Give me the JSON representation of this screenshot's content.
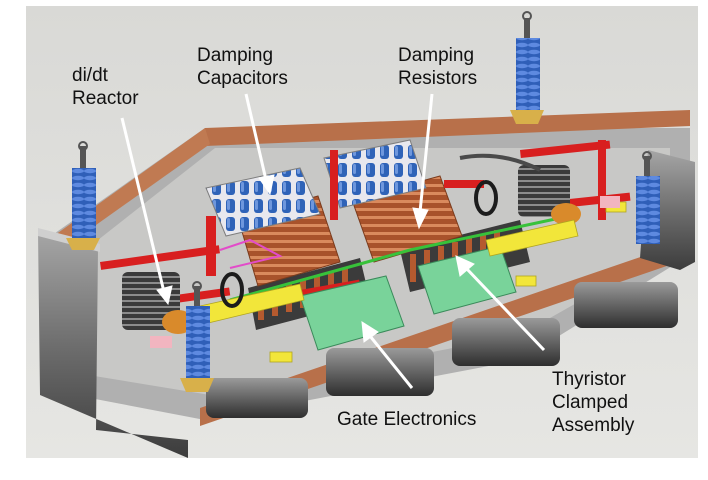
{
  "labels": {
    "didt_reactor": [
      "di/dt",
      "Reactor"
    ],
    "damping_capacitors": [
      "Damping",
      "Capacitors"
    ],
    "damping_resistors": [
      "Damping",
      "Resistors"
    ],
    "gate_electronics": [
      "Gate Electronics"
    ],
    "thyristor_clamped_assembly": [
      "Thyristor",
      "Clamped",
      "Assembly"
    ]
  },
  "colors": {
    "background": "#dcdcd9",
    "frame": "#8a8a8a",
    "copper": "#b8704a",
    "insulator": "#2f5fb8",
    "busbar": "#d81f1f",
    "gate_board": "#79d39a",
    "yellow": "#f2e63a",
    "capacitor": "#2f63b8",
    "arrow": "#ffffff"
  }
}
